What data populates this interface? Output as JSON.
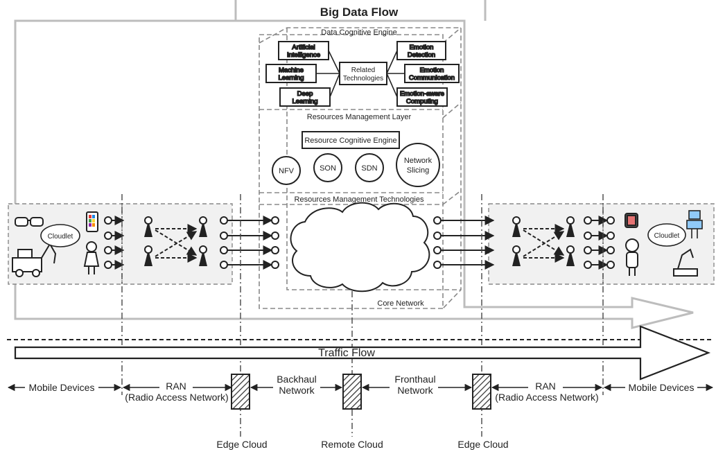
{
  "title": "Big Data Flow",
  "data_engine": {
    "label": "Data Cognitive Engine",
    "center": [
      "Related",
      "Technologies"
    ],
    "left_boxes": [
      [
        "Artificial",
        "Intelligence"
      ],
      [
        "Machine",
        "Learning"
      ],
      [
        "Deep",
        "Learning"
      ]
    ],
    "right_boxes": [
      [
        "Emotion",
        "Detection"
      ],
      [
        "Emotion",
        "Communication"
      ],
      [
        "Emotion-aware",
        "Computing"
      ]
    ]
  },
  "resources_layer": {
    "label": "Resources Management Layer",
    "engine": "Resource Cognitive Engine",
    "circles": [
      [
        "NFV"
      ],
      [
        "SON"
      ],
      [
        "SDN"
      ],
      [
        "Network",
        "Slicing"
      ]
    ]
  },
  "resources_tech_label": "Resources Management Technologies",
  "core_network_label": "Core Network",
  "cloudlet_label": "Cloudlet",
  "traffic_flow_label": "Traffic Flow",
  "bottom": {
    "mobile_devices": "Mobile Devices",
    "ran": [
      "RAN",
      "(Radio Access Network)"
    ],
    "backhaul": [
      "Backhaul",
      "Network"
    ],
    "fronthaul": [
      "Fronthaul",
      "Network"
    ],
    "edge_cloud": "Edge Cloud",
    "remote_cloud": "Remote Cloud"
  }
}
